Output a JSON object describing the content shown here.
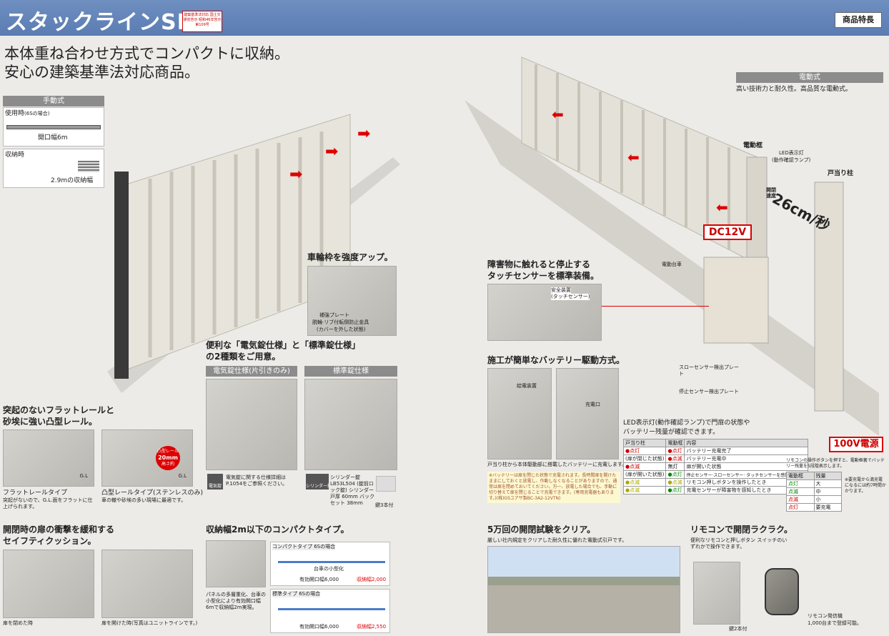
{
  "header": {
    "title": "スタックラインSR",
    "badge": "建築基準法対応 国土交通省告示 昭和46年告示第109号",
    "feature_label": "商品特長"
  },
  "tagline": {
    "line1": "本体重ね合わせ方式でコンパクトに収納。",
    "line2": "安心の建築基準法対応商品。"
  },
  "manual": {
    "label": "手動式",
    "in_use": "使用時",
    "in_use_sub": "(6Sの場合)",
    "opening": "開口幅6m",
    "stored": "収納時",
    "stored_width": "2.9mの収納幅"
  },
  "electric": {
    "label": "電動式",
    "desc": "高い技術力と耐久性。高品質な電動式。"
  },
  "wheel": {
    "title": "車輪枠を強度アップ。",
    "note1": "補強プレート",
    "note2": "脱輪·リブ付転倒防止金具",
    "note3": "(カバーを外した状態)"
  },
  "lock": {
    "title1": "便利な「電気錠仕様」と「標準錠仕様」",
    "title2": "の2種類をご用意。",
    "electric_label": "電気錠仕様(片引きのみ)",
    "standard_label": "標準錠仕様",
    "electric_note": "電気錠に関する仕様詳細は P.1054をご参照ください。",
    "electric_icon": "電気錠",
    "standard_note": "シリンダー錠LB53L504 (錠前ロック錠) シリンダー戸厚 60mm バックセット 38mm",
    "standard_icon": "シリンダー錠",
    "keys": "鍵3本付"
  },
  "rail": {
    "title1": "突起のないフラットレールと",
    "title2": "砂埃に強い凸型レール。",
    "flat_label": "フラットレールタイプ",
    "flat_desc": "突起がないので、G.L.面をフラットに仕上げられます。",
    "convex_label": "凸型レールタイプ(ステンレスのみ)",
    "convex_desc": "車の轍や砂埃の多い現場に最適です。",
    "gl": "G.L",
    "badge": "20mm",
    "badge_top": "凸型レール",
    "badge_bottom": "高さ約"
  },
  "cushion": {
    "title1": "開閉時の扉の衝撃を緩和する",
    "title2": "セイフティクッション。",
    "cap1": "扉を閉めた時",
    "cap2": "扉を開けた時(写真はユニットラインです。)"
  },
  "compact": {
    "title": "収納幅2m以下のコンパクトタイプ。",
    "desc": "パネルの多層重化、台車の小型化により有効開口幅6mで収納幅2m実現。",
    "type1": "コンパクトタイプ 6Sの場合",
    "type2": "標準タイプ 6Sの場合",
    "dim_open": "有効開口幅6,000",
    "dim_store1": "収納幅2,000",
    "dim_store2": "収納幅2,550",
    "trolley": "台車の小型化"
  },
  "sensor": {
    "title1": "障害物に触れると停止する",
    "title2": "タッチセンサーを標準装備。",
    "safety": "安全装置",
    "safety_sub": "(タッチセンサー)"
  },
  "battery": {
    "title": "施工が簡単なバッテリー駆動方式。",
    "charge_device": "給電装置",
    "charge_port": "充電口",
    "caption": "戸当り柱から本体駆動部に搭載したバッテリーに充電します。",
    "note": "※バッテリーは扉を閉じた状態で充電されます。長時間扉を開けたままにしておくと放電し、作動しなくなることがありますので、通常は扉を閉めておいてください。万一、放電した場合でも、手動に切り替えて扉を閉じることで充電できます。(専用充電器もあります。)(株)GSユアサ製BC-3A2-12VTN)"
  },
  "main": {
    "frame": "電動框",
    "led": "LED表示灯",
    "led_sub": "(動作確認ランプ)",
    "post": "戸当り柱",
    "speed_label": "開閉速度",
    "speed": "26cm/秒",
    "dc": "DC12V",
    "ac": "100V電源",
    "carriage": "電動台車",
    "slow_sensor": "スローセンサー検出プレート",
    "stop_sensor": "停止センサー検出プレート"
  },
  "led_table": {
    "title1": "LED表示灯(動作確認ランプ)で門扉の状態や",
    "title2": "バッテリー残量が確認できます。",
    "headers": [
      "戸当り柱",
      "電動框",
      "内容"
    ],
    "rows": [
      [
        "●点灯",
        "●点灯",
        "バッテリー充電完了"
      ],
      [
        "(扉が閉じた状態)",
        "●点滅",
        "バッテリー充電中"
      ],
      [
        "●点滅",
        "無灯",
        "扉が開いた状態"
      ],
      [
        "(扉が開いた状態)",
        "●点灯",
        "停止センサー·スローセンサー· タッチセンサーを感知したとき"
      ],
      [
        "●点滅",
        "●点滅",
        "リモコン押しボタンを操作したとき"
      ],
      [
        "●点滅",
        "●点灯",
        "充電センサーが障害物を感知したとき"
      ]
    ]
  },
  "battery_level": {
    "note": "リモコンの操作ボタンを押すと、電動框裏でバッテリー残量を5段階表示します。",
    "headers": [
      "電動框",
      "残量"
    ],
    "rows": [
      [
        "点灯",
        "大"
      ],
      [
        "点滅",
        "中"
      ],
      [
        "点滅",
        "小"
      ],
      [
        "点灯",
        "要充電"
      ]
    ],
    "side": "※要充電から満充電になるには約7時間かかります。"
  },
  "durability": {
    "title": "5万回の開閉試験をクリア。",
    "desc": "厳しい社内規定をクリアした耐久性に優れた電動式引戸です。"
  },
  "remote": {
    "title": "リモコンで開閉ラクラク。",
    "desc": "便利なリモコンと押しボタン スイッチのいずれかで操作できます。",
    "keys": "鍵2本付",
    "transmitter": "リモコン発信機",
    "count": "1,000台まで登録可能。"
  },
  "colors": {
    "accent": "#d00000",
    "header": "#6384b9",
    "panel": "#8c8c8c"
  }
}
